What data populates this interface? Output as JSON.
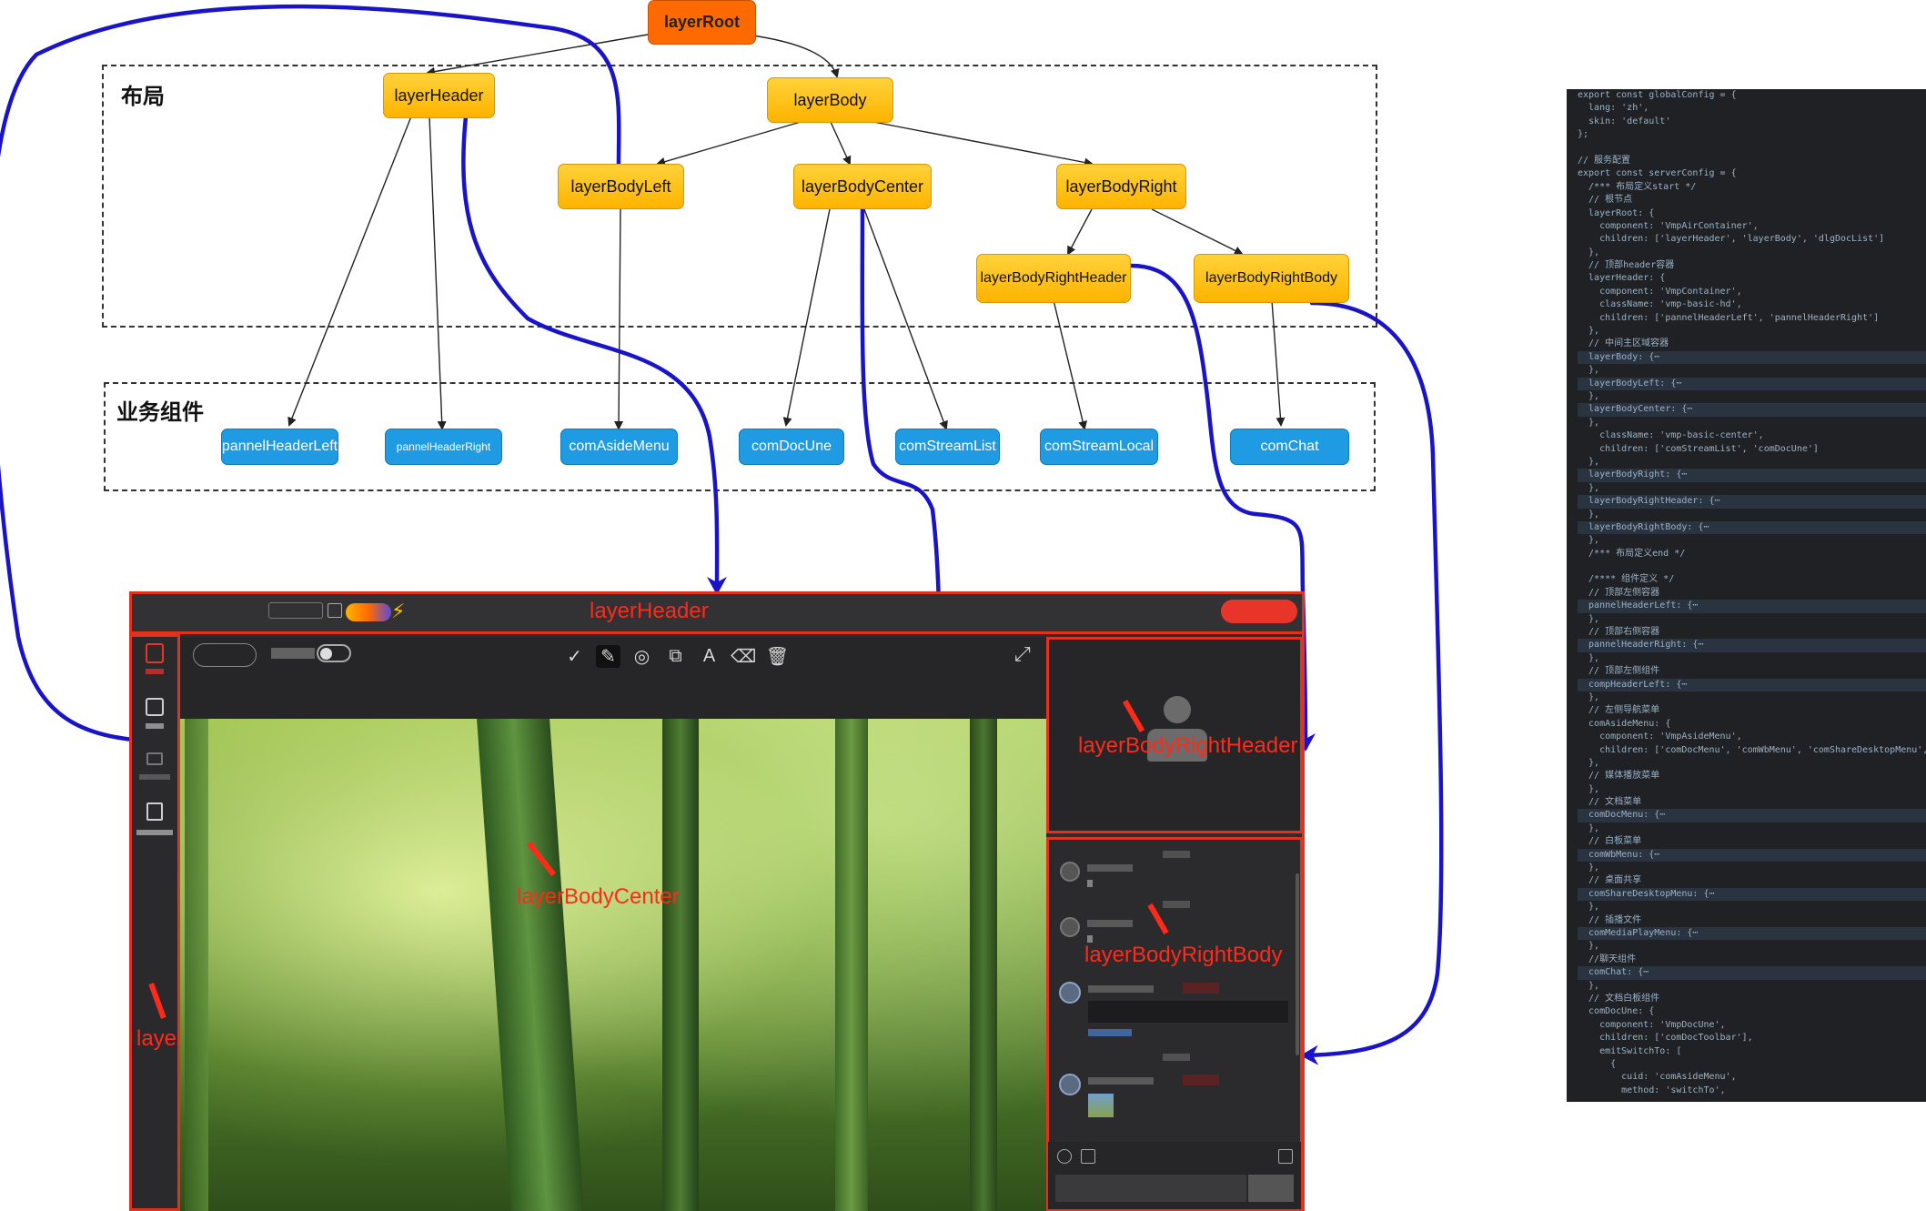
{
  "groups": {
    "layout_label": "布局",
    "components_label": "业务组件"
  },
  "nodes": {
    "root": "layerRoot",
    "header": "layerHeader",
    "body": "layerBody",
    "body_left": "layerBodyLeft",
    "body_center": "layerBodyCenter",
    "body_right": "layerBodyRight",
    "body_right_header": "layerBodyRightHeader",
    "body_right_body": "layerBodyRightBody",
    "pannel_header_left": "pannelHeaderLeft",
    "pannel_header_right": "pannelHeaderRight",
    "com_aside_menu": "comAsideMenu",
    "com_doc_une": "comDocUne",
    "com_stream_list": "comStreamList",
    "com_stream_local": "comStreamLocal",
    "com_chat": "comChat"
  },
  "app": {
    "title": "",
    "live_button": "",
    "overlay_labels": {
      "header": "layerHeader",
      "body_left": "layerBodyLeft",
      "body_center": "layerBodyCenter",
      "right_header": "layerBodyRightHeader",
      "right_body": "layerBodyRightBody"
    },
    "sidebar_icons": [
      "doc-icon",
      "whiteboard-icon",
      "share-screen-icon",
      "media-file-icon"
    ],
    "doc_toolbar_icons": [
      "check-icon",
      "pen-icon",
      "shape-icon",
      "crop-icon",
      "text-icon",
      "eraser-icon",
      "delete-icon"
    ],
    "chat": {
      "send_button": "",
      "input_placeholder": ""
    }
  },
  "code_lines": [
    "export const globalConfig = {",
    "  lang: 'zh',",
    "  skin: 'default'",
    "};",
    "",
    "// 服务配置",
    "export const serverConfig = {",
    "  /*** 布局定义start */",
    "  // 根节点",
    "  layerRoot: {",
    "    component: 'VmpAirContainer',",
    "    children: ['layerHeader', 'layerBody', 'dlgDocList']",
    "  },",
    "  // 顶部header容器",
    "  layerHeader: {",
    "    component: 'VmpContainer',",
    "    className: 'vmp-basic-hd',",
    "    children: ['pannelHeaderLeft', 'pannelHeaderRight']",
    "  },",
    "  // 中间主区域容器",
    "  layerBody: {⋯",
    "  },",
    "  layerBodyLeft: {⋯",
    "  },",
    "  layerBodyCenter: {⋯",
    "  },",
    "    className: 'vmp-basic-center',",
    "    children: ['comStreamList', 'comDocUne']",
    "  },",
    "  layerBodyRight: {⋯",
    "  },",
    "  layerBodyRightHeader: {⋯",
    "  },",
    "  layerBodyRightBody: {⋯",
    "  },",
    "  /*** 布局定义end */",
    "",
    "  /**** 组件定义 */",
    "  // 顶部左侧容器",
    "  pannelHeaderLeft: {⋯",
    "  },",
    "  // 顶部右侧容器",
    "  pannelHeaderRight: {⋯",
    "  },",
    "  // 顶部左侧组件",
    "  compHeaderLeft: {⋯",
    "  },",
    "  // 左侧导航菜单",
    "  comAsideMenu: {",
    "    component: 'VmpAsideMenu',",
    "    children: ['comDocMenu', 'comWbMenu', 'comShareDesktopMenu', 'c",
    "  },",
    "  // 媒体播放菜单",
    "  },",
    "  // 文档菜单",
    "  comDocMenu: {⋯",
    "  },",
    "  // 白板菜单",
    "  comWbMenu: {⋯",
    "  },",
    "  // 桌面共享",
    "  comShareDesktopMenu: {⋯",
    "  },",
    "  // 插播文件",
    "  comMediaPlayMenu: {⋯",
    "  },",
    "  //聊天组件",
    "  comChat: {⋯",
    "  },",
    "  // 文档白板组件",
    "  comDocUne: {",
    "    component: 'VmpDocUne',",
    "    children: ['comDocToolbar'],",
    "    emitSwitchTo: [",
    "      {",
    "        cuid: 'comAsideMenu',",
    "        method: 'switchTo',"
  ]
}
